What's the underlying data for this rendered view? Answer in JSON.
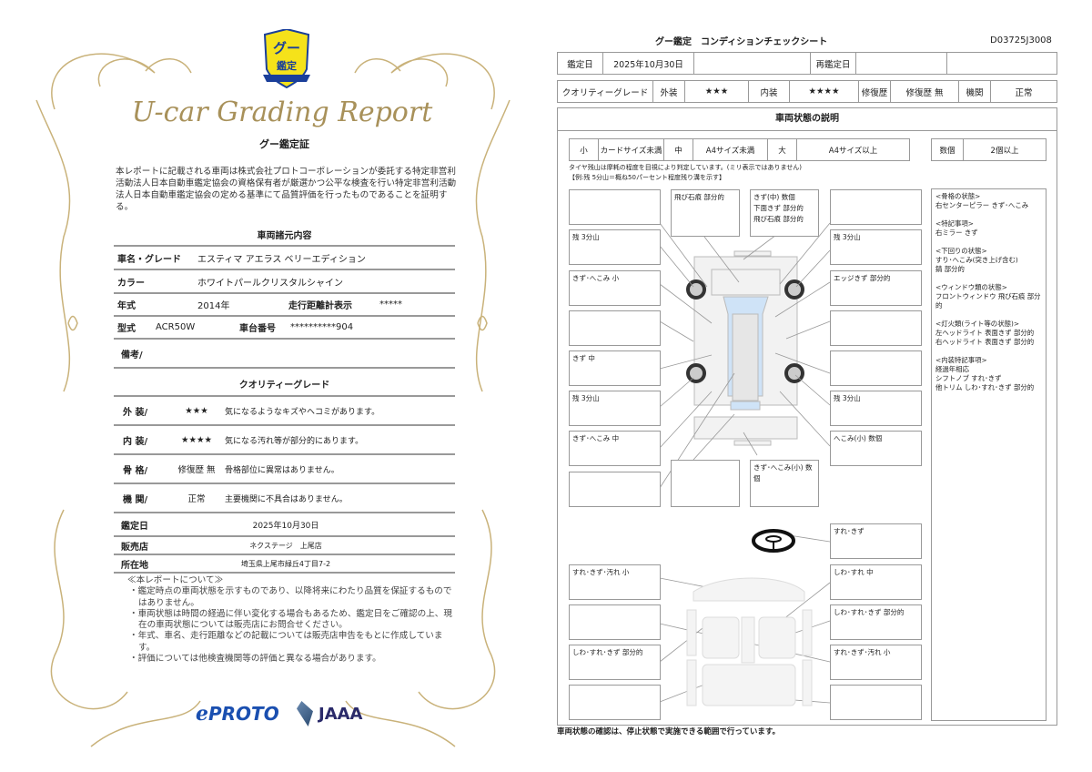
{
  "left": {
    "logo_text": "グー鑑定",
    "script_title": "U-car Grading Report",
    "cert_title": "グー鑑定証",
    "cert_body": "本レポートに記載される車両は株式会社プロトコーポレーションが委託する特定非営利活動法人日本自動車鑑定協会の資格保有者が厳選かつ公平な検査を行い特定非営利活動法人日本自動車鑑定協会の定める基準にて品質評価を行ったものであることを証明する。",
    "spec_title": "車両諸元内容",
    "car_name_label": "車名・グレード",
    "car_name": "エスティマ アエラス ベリーエディション",
    "color_label": "カラー",
    "color": "ホワイトパールクリスタルシャイン",
    "year_label": "年式",
    "year": "2014年",
    "odo_label": "走行距離計表示",
    "odo": "*****",
    "model_label": "型式",
    "model": "ACR50W",
    "chassis_label": "車台番号",
    "chassis": "**********904",
    "remarks_label": "備考/",
    "grade_title": "クオリティーグレード",
    "grades": [
      {
        "label": "外 装/",
        "value": "★★★",
        "desc": "気になるようなキズやヘコミがあります。"
      },
      {
        "label": "内 装/",
        "value": "★★★★",
        "desc": "気になる汚れ等が部分的にあります。"
      },
      {
        "label": "骨 格/",
        "value": "修復歴 無",
        "desc": "骨格部位に異常はありません。"
      },
      {
        "label": "機 関/",
        "value": "正常",
        "desc": "主要機関に不具合はありません。"
      }
    ],
    "date_label": "鑑定日",
    "date": "2025年10月30日",
    "shop_label": "販売店",
    "shop": "ネクステージ　上尾店",
    "addr_label": "所在地",
    "addr": "埼玉県上尾市緑丘4丁目7-2",
    "note_title": "≪本レポートについて≫",
    "notes": [
      "・鑑定時点の車両状態を示すものであり、以降将来にわたり品質を保証するものではありません。",
      "・車両状態は時間の経過に伴い変化する場合もあるため、鑑定日をご確認の上、現在の車両状態については販売店にお問合せください。",
      "・年式、車名、走行距離などの記載については販売店申告をもとに作成しています。",
      "・評価については他検査機関等の評価と異なる場合があります。"
    ],
    "logo_proto": "PROTO",
    "logo_jaaa": "JAAA"
  },
  "right": {
    "title": "グー鑑定　コンディションチェックシート",
    "doc_id": "D03725J3008",
    "row1": {
      "date_label": "鑑定日",
      "date": "2025年10月30日",
      "redate_label": "再鑑定日"
    },
    "row2": {
      "qg": "クオリティーグレード",
      "ext_label": "外装",
      "ext": "★★★",
      "int_label": "内装",
      "int": "★★★★",
      "rep_label": "修復歴",
      "rep": "修復歴 無",
      "eng_label": "機関",
      "eng": "正常"
    },
    "section_title": "車両状態の説明",
    "legend": [
      "小",
      "カードサイズ未満",
      "中",
      "A4サイズ未満",
      "大",
      "A4サイズ以上"
    ],
    "legend2": [
      "数個",
      "2個以上"
    ],
    "tire_note1": "タイヤ残山は摩耗の程度を目視により判定しています。(ミリ表示ではありません)",
    "tire_note2": "【例:残 5分山＝概ね50パーセント程度残り溝を示す】",
    "ext_left": [
      "",
      "残 3分山",
      "きず･へこみ 小",
      "",
      "きず 中",
      "残 3分山",
      "きず･へこみ 中",
      ""
    ],
    "ext_right": [
      "",
      "残 3分山",
      "エッジきず 部分的",
      "",
      "",
      "残 3分山",
      "へこみ(小) 数個"
    ],
    "ext_top": [
      "飛び石痕 部分的",
      "きず(中) 数個\n下面きず 部分的\n飛び石痕 部分的"
    ],
    "ext_bottom": [
      "",
      "きず･へこみ(小) 数個"
    ],
    "int_right": [
      "すれ･きず",
      "しわ･すれ 中",
      "しわ･すれ･きず 部分的",
      "すれ･きず･汚れ 小",
      ""
    ],
    "int_left": [
      "すれ･きず･汚れ 小",
      "",
      "しわ･すれ･きず 部分的",
      ""
    ],
    "notes": "<骨格の状態>\n右センターピラー きず･へこみ\n\n<特記事項>\n右ミラー きず\n\n<下回りの状態>\nすり･へこみ(突き上げ含む)\n錆 部分的\n\n<ウィンドウ類の状態>\nフロントウィンドウ 飛び石痕 部分的\n\n<灯火類(ライト等の状態)>\n左ヘッドライト 表面きず 部分的\n右ヘッドライト 表面きず 部分的\n\n<内装特記事項>\n経過年相応\nシフトノブ すれ･きず\n他トリム しわ･すれ･きず 部分的",
    "footer": "車両状態の確認は、停止状態で実施できる範囲で行っています。"
  },
  "colors": {
    "gold": "#a8915a",
    "logo_yellow": "#f5e21a",
    "logo_blue": "#1a3f9a"
  }
}
